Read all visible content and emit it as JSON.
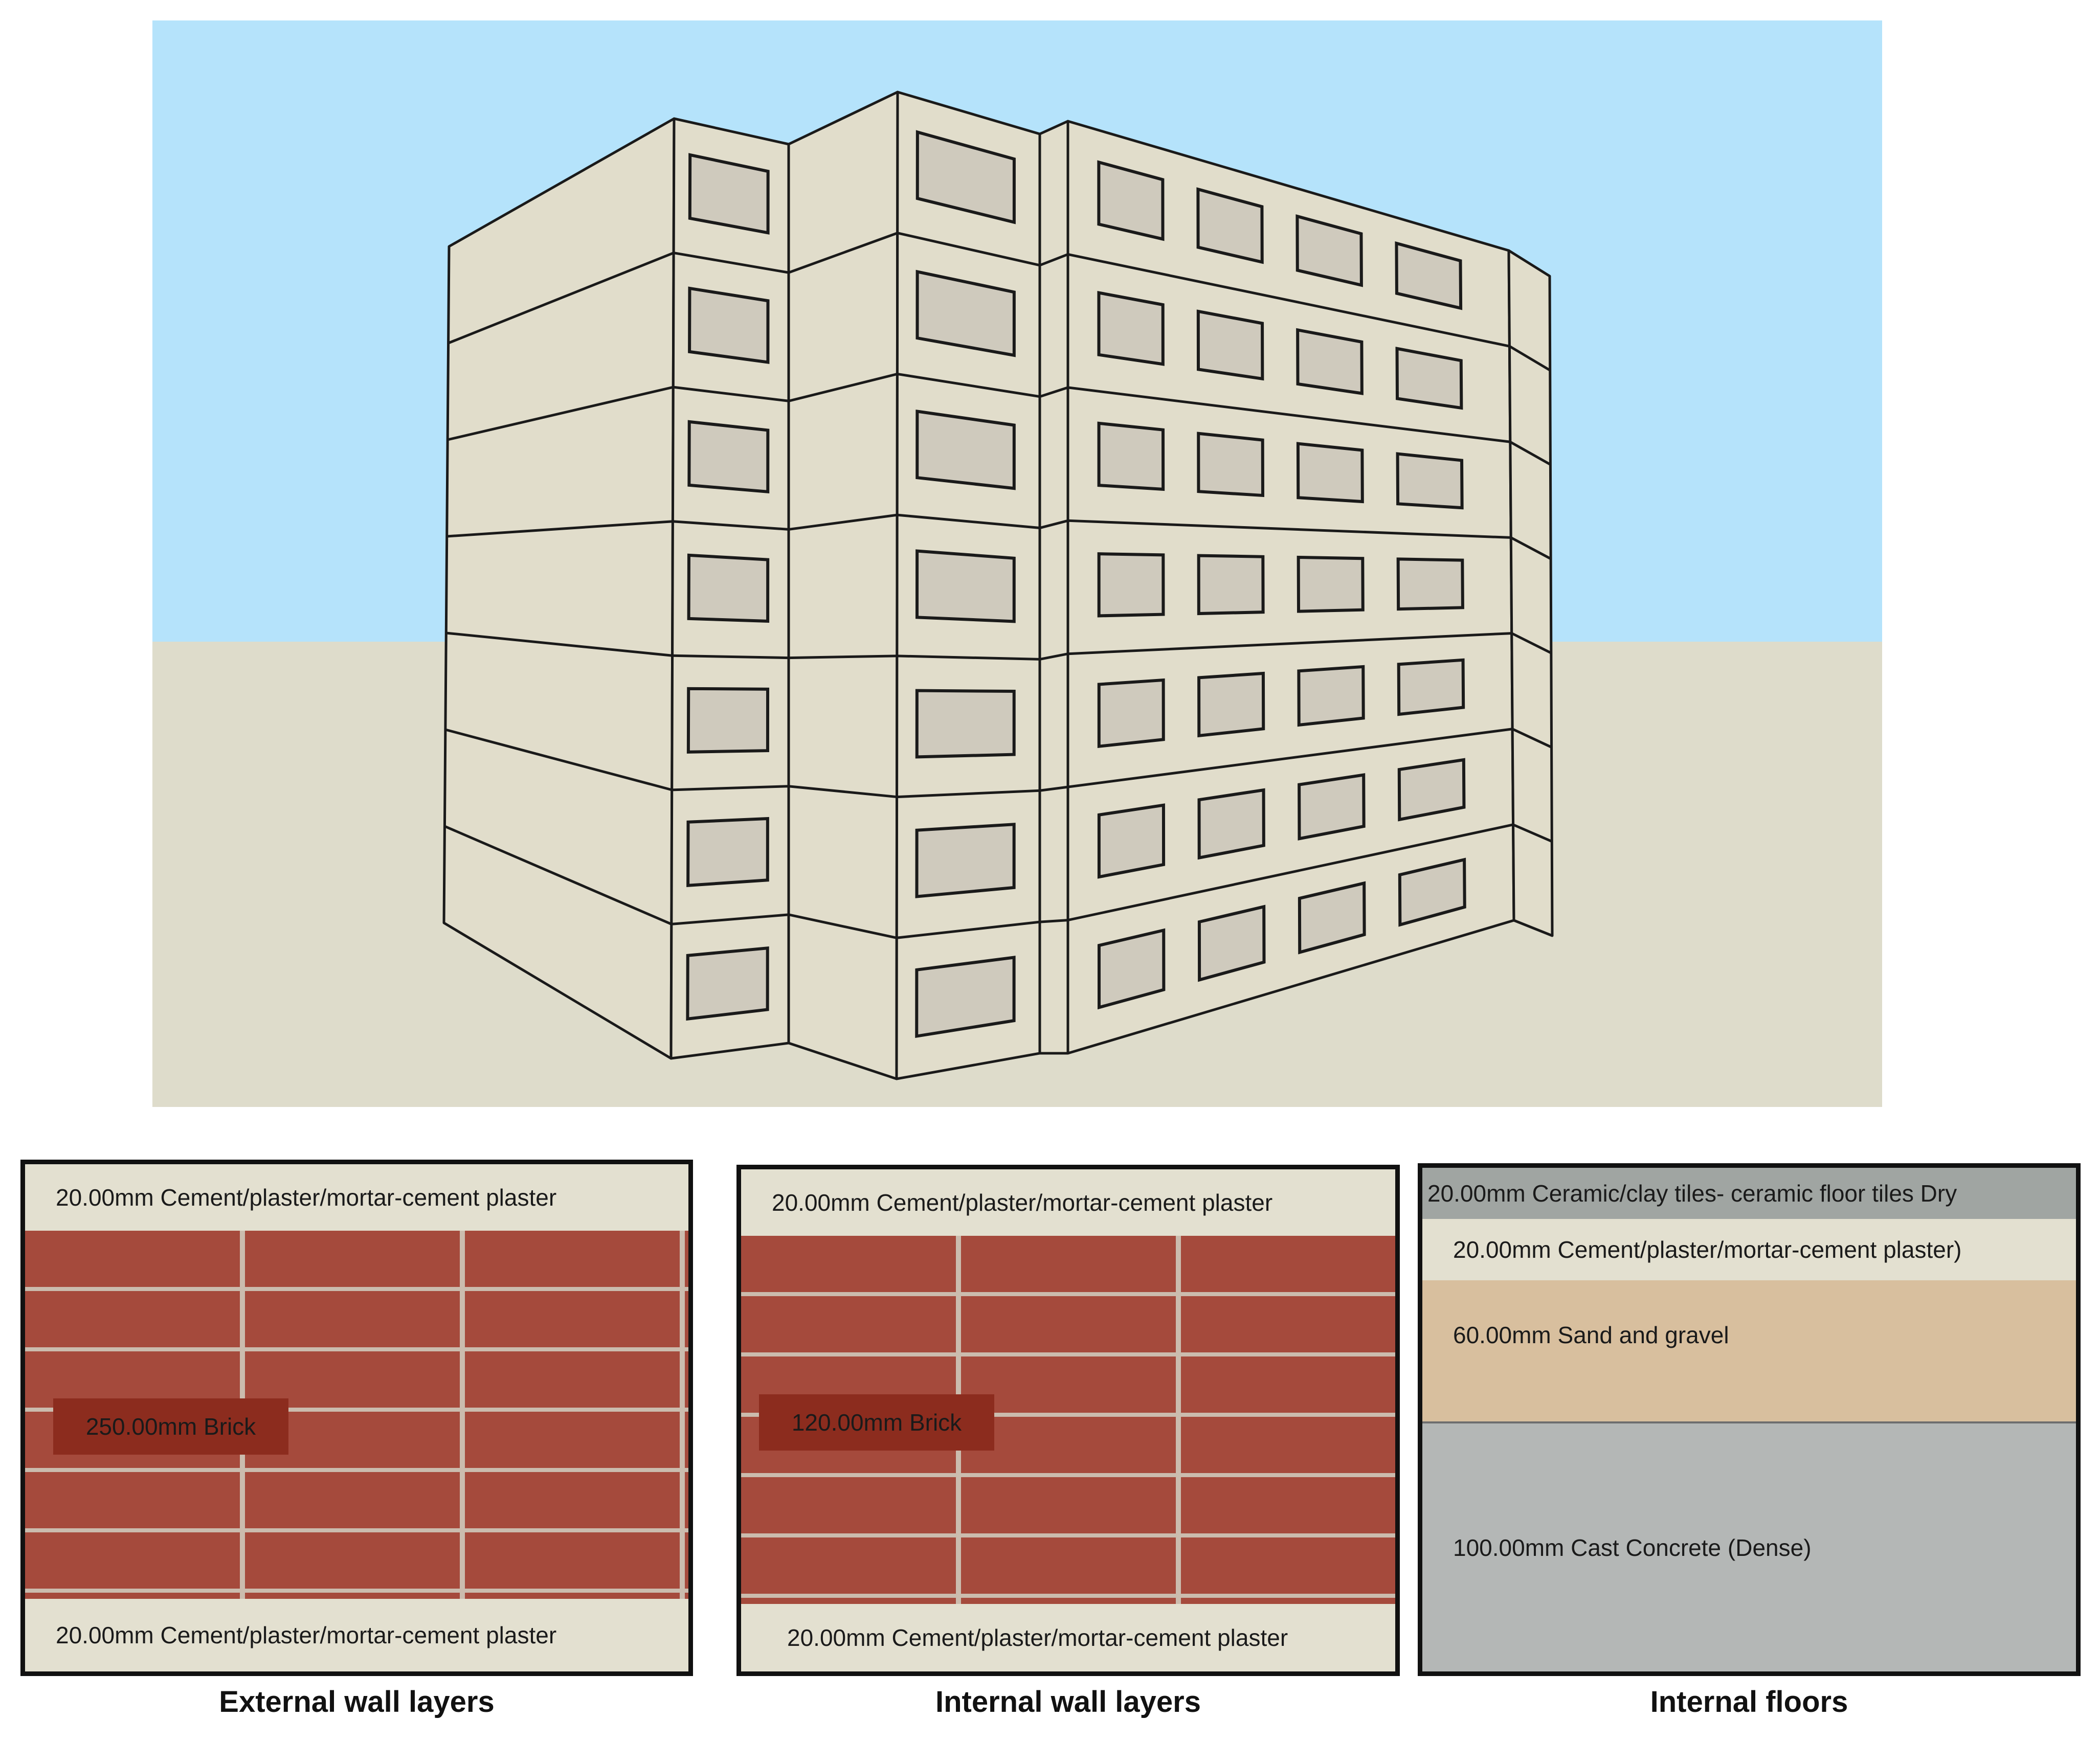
{
  "colors": {
    "sky": "#b5e3fb",
    "ground": "#dedccb",
    "facade": "#e1ddcb",
    "outline": "#1a1a1a",
    "plaster": "#e3e0d0",
    "brick": "#a54a3c",
    "brick_tag": "#8c2c1e",
    "tiles": "#a0a5a2",
    "sand_gravel": "#d8bf9e",
    "concrete": "#b4b7b6"
  },
  "panels": {
    "external": {
      "top": "20.00mm Cement/plaster/mortar-cement plaster",
      "core": "250.00mm Brick",
      "bottom": "20.00mm Cement/plaster/mortar-cement plaster",
      "caption": "External wall layers"
    },
    "internal": {
      "top": "20.00mm Cement/plaster/mortar-cement plaster",
      "core": "120.00mm Brick",
      "bottom": "20.00mm Cement/plaster/mortar-cement plaster",
      "caption": "Internal wall layers"
    },
    "floor": {
      "tiles": "20.00mm Ceramic/clay tiles- ceramic floor tiles Dry",
      "plaster": "20.00mm Cement/plaster/mortar-cement plaster)",
      "sand": "60.00mm Sand and gravel",
      "concrete": "100.00mm Cast Concrete (Dense)",
      "caption": "Internal floors"
    }
  }
}
